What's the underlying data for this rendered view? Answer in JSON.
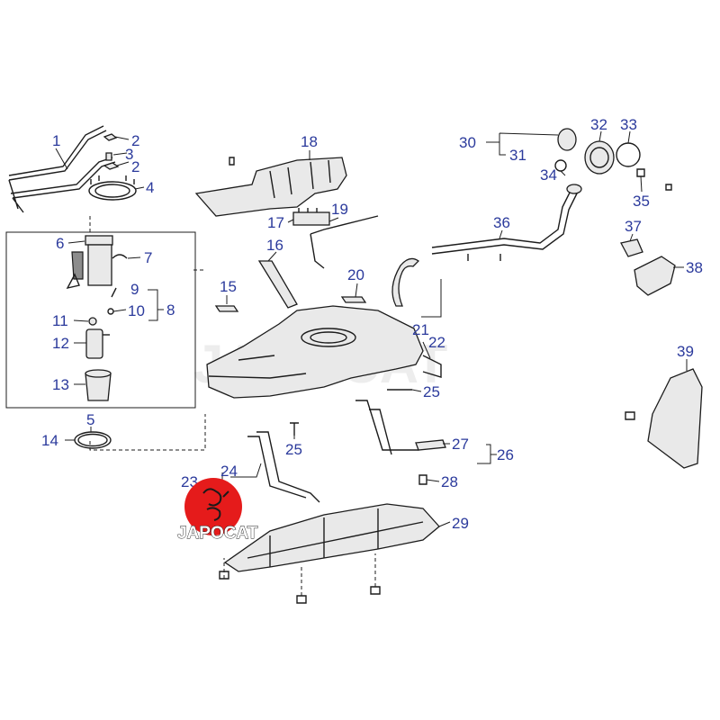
{
  "watermark": {
    "text": "JAPOCAT"
  },
  "logo": {
    "text": "JAPOCAT",
    "color": "#e51b1b"
  },
  "callouts": [
    {
      "num": "1"
    },
    {
      "num": "2"
    },
    {
      "num": "3"
    },
    {
      "num": "2"
    },
    {
      "num": "4"
    },
    {
      "num": "5"
    },
    {
      "num": "6"
    },
    {
      "num": "7"
    },
    {
      "num": "8"
    },
    {
      "num": "9"
    },
    {
      "num": "10"
    },
    {
      "num": "11"
    },
    {
      "num": "12"
    },
    {
      "num": "13"
    },
    {
      "num": "14"
    },
    {
      "num": "15"
    },
    {
      "num": "16"
    },
    {
      "num": "17"
    },
    {
      "num": "18"
    },
    {
      "num": "19"
    },
    {
      "num": "20"
    },
    {
      "num": "21"
    },
    {
      "num": "22"
    },
    {
      "num": "23"
    },
    {
      "num": "24"
    },
    {
      "num": "25"
    },
    {
      "num": "25"
    },
    {
      "num": "26"
    },
    {
      "num": "27"
    },
    {
      "num": "28"
    },
    {
      "num": "29"
    },
    {
      "num": "30"
    },
    {
      "num": "31"
    },
    {
      "num": "32"
    },
    {
      "num": "33"
    },
    {
      "num": "34"
    },
    {
      "num": "35"
    },
    {
      "num": "36"
    },
    {
      "num": "37"
    },
    {
      "num": "38"
    },
    {
      "num": "39"
    }
  ],
  "colors": {
    "callout": "#2b3a9c",
    "line": "#1c1c1c",
    "background": "#ffffff"
  }
}
